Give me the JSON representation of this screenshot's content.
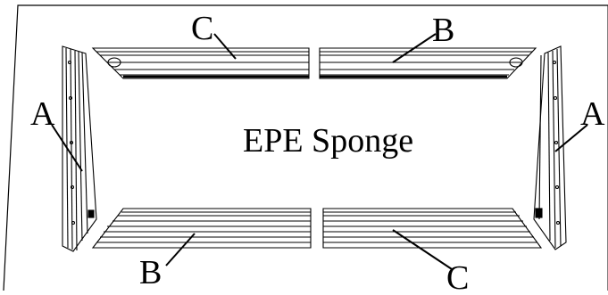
{
  "diagram": {
    "center_label": "EPE Sponge",
    "part_labels": {
      "left_frame": "A",
      "right_frame": "A",
      "top_right_rail": "B",
      "bottom_left_rail": "B",
      "top_left_rail": "C",
      "bottom_right_rail": "C"
    },
    "colors": {
      "stroke": "#000000",
      "background": "#ffffff"
    }
  }
}
